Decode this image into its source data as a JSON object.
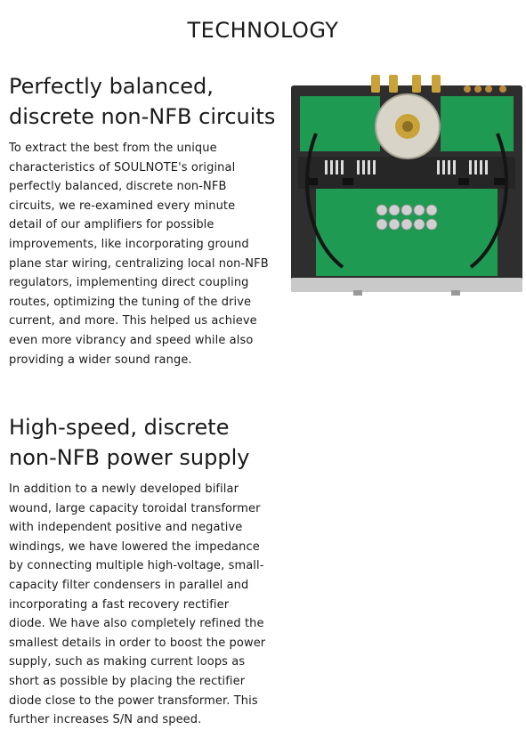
{
  "page": {
    "title": "TECHNOLOGY"
  },
  "sections": [
    {
      "heading_line1": "Perfectly balanced,",
      "heading_line2": "discrete non-NFB circuits",
      "body": "To extract the best from the unique characteristics of SOULNOTE's original perfectly balanced, discrete non-NFB circuits, we re-examined every minute detail of our amplifiers for possible improvements, like incorporating ground plane star wiring, centralizing local non-NFB regulators, implementing direct coupling routes, optimizing the tuning of the drive current, and more. This helped us achieve even more vibrancy and speed while also providing a wider sound range."
    },
    {
      "heading_line1": "High-speed, discrete",
      "heading_line2": "non-NFB power supply",
      "body": "In addition to a newly developed bifilar wound, large capacity toroidal transformer with independent positive and negative windings, we have lowered the impedance by connecting multiple high-voltage, small-capacity filter condensers in parallel and incorporating a fast recovery rectifier diode. We have also completely refined the smallest details in order to boost the power supply, such as making current loops as short as possible by placing the rectifier diode close to the power transformer. This further increases S/N and speed."
    }
  ],
  "colors": {
    "text": "#1a1a1a",
    "pcb_green": "#1f9a52",
    "chassis": "#3a3a3a",
    "transformer": "#d8d4c8",
    "gold": "#c9a33a"
  }
}
